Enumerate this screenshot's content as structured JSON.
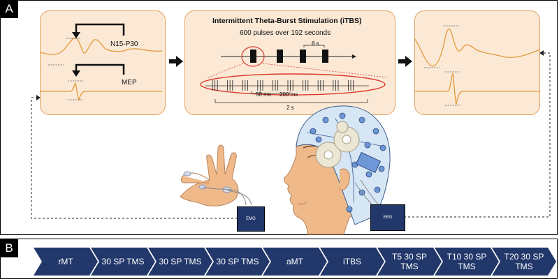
{
  "panels": {
    "a": "A",
    "b": "B"
  },
  "baseline_box": {
    "n15_label": "N15-P30",
    "mep_label": "MEP"
  },
  "itbs_box": {
    "title": "Intermittent  Theta-Burst Stimulation (iTBS)",
    "subtitle": "600 pulses over 192 seconds",
    "train_interval": "8 s",
    "pulse_interval": "50 ms",
    "burst_interval": "200 ms",
    "train_duration": "2 s"
  },
  "devices": {
    "emg": "EMG",
    "eeg": "EEG"
  },
  "timeline": [
    {
      "label": "rMT"
    },
    {
      "label": "30 SP TMS"
    },
    {
      "label": "30 SP TMS"
    },
    {
      "label": "30 SP TMS"
    },
    {
      "label": "aMT"
    },
    {
      "label": "iTBS"
    },
    {
      "label": "T5 30 SP TMS"
    },
    {
      "label": "T10 30 SP TMS"
    },
    {
      "label": "T20 30 SP TMS"
    }
  ],
  "colors": {
    "accent": "#e3a25f",
    "box_fill": "#fbe9d6",
    "chevron": "#22376a",
    "trace": "#e39a3a",
    "highlight": "#d9392b"
  }
}
